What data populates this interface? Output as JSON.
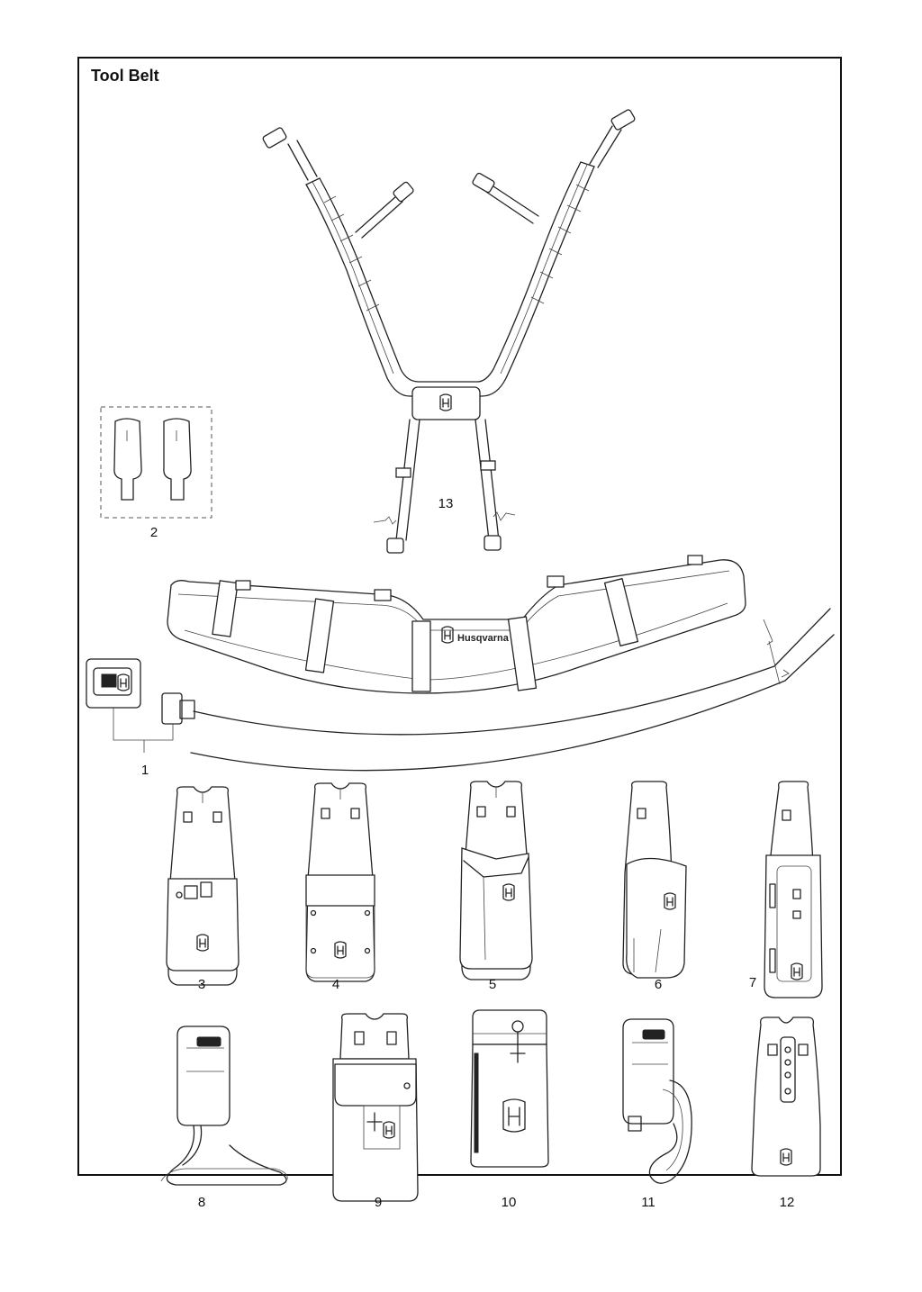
{
  "title": "Tool Belt",
  "brand_text": "Husqvarna",
  "parts": [
    {
      "id": "13",
      "label": "13",
      "name": "harness"
    },
    {
      "id": "2",
      "label": "2",
      "name": "belt-clips"
    },
    {
      "id": "1",
      "label": "1",
      "name": "belt"
    },
    {
      "id": "3",
      "label": "3",
      "name": "holster"
    },
    {
      "id": "4",
      "label": "4",
      "name": "holster"
    },
    {
      "id": "5",
      "label": "5",
      "name": "holster"
    },
    {
      "id": "6",
      "label": "6",
      "name": "holster"
    },
    {
      "id": "7",
      "label": "7",
      "name": "holster"
    },
    {
      "id": "8",
      "label": "8",
      "name": "hook-holder"
    },
    {
      "id": "9",
      "label": "9",
      "name": "pouch"
    },
    {
      "id": "10",
      "label": "10",
      "name": "container"
    },
    {
      "id": "11",
      "label": "11",
      "name": "hook-holder"
    },
    {
      "id": "12",
      "label": "12",
      "name": "holster"
    }
  ]
}
